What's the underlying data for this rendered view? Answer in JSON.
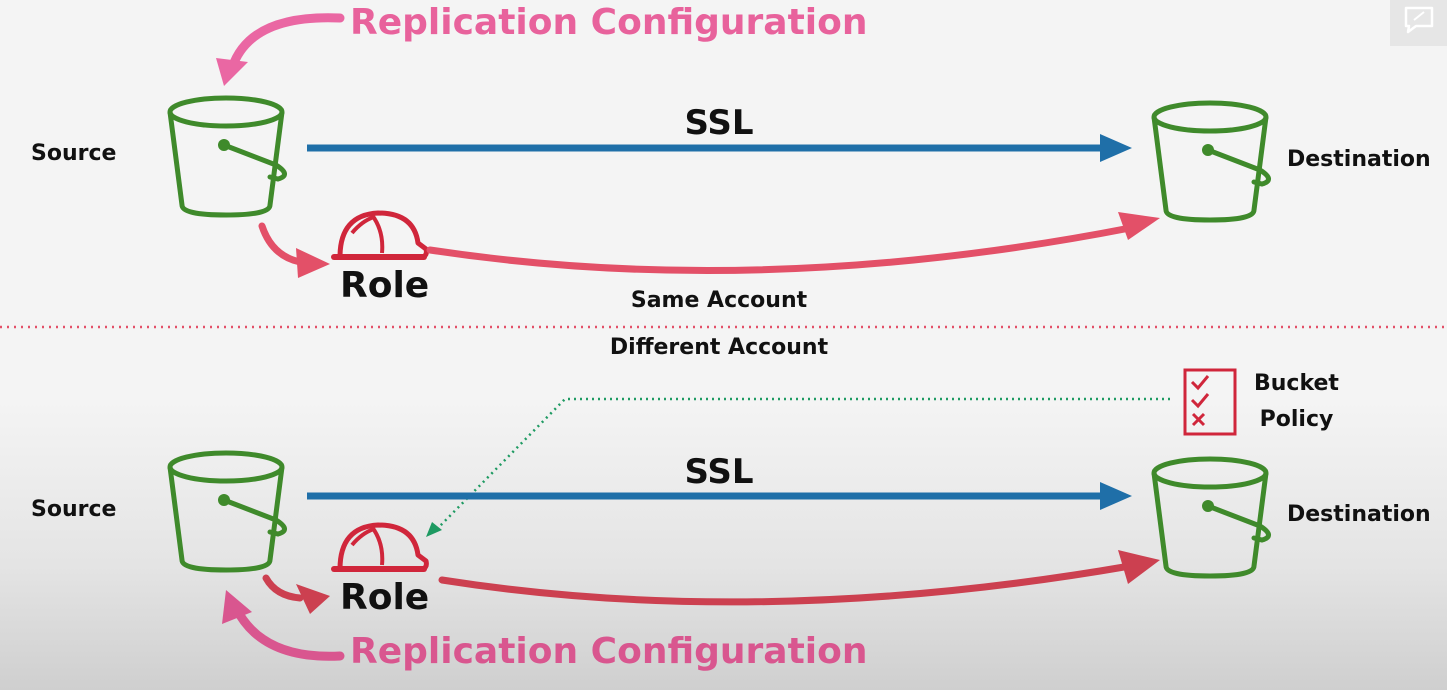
{
  "top": {
    "replication_label": "Replication Configuration",
    "source_label": "Source",
    "destination_label": "Destination",
    "ssl_label": "SSL",
    "role_label": "Role",
    "account_label": "Same Account"
  },
  "divider_label": "Different Account",
  "bottom": {
    "replication_label": "Replication Configuration",
    "source_label": "Source",
    "destination_label": "Destination",
    "ssl_label": "SSL",
    "role_label": "Role",
    "bucket_policy_label_line1": "Bucket",
    "bucket_policy_label_line2": "Policy"
  },
  "colors": {
    "bucket": "#3f8a2b",
    "ssl_arrow": "#1f6fa8",
    "role_arrow": "#e35068",
    "role_icon": "#d0263b",
    "replication": "#e8629c",
    "divider": "#e35068",
    "policy_link": "#1e9a62"
  },
  "icons": [
    "bucket-icon",
    "hard-hat-icon",
    "checklist-icon",
    "feedback-icon"
  ]
}
